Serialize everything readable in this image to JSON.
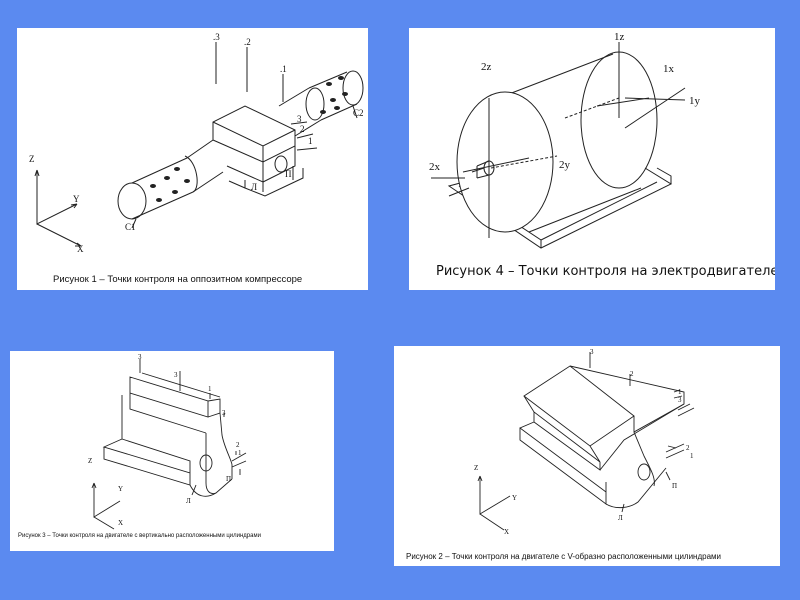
{
  "figures": [
    {
      "id": "fig1",
      "caption": "Рисунок 1 – Точки контроля на оппозитном компрессоре",
      "labels": {
        "p3": ".3",
        "p2": ".2",
        "p1": ".1",
        "n3": "3",
        "n2": "2",
        "n1": "1",
        "c2": "С2",
        "c1": "С1",
        "l": "Л",
        "p": "П",
        "z": "Z",
        "y": "Y",
        "x": "X"
      }
    },
    {
      "id": "fig4",
      "caption": "Рисунок 4 – Точки контроля на электродвигателе",
      "labels": {
        "z1": "1z",
        "x1": "1x",
        "y1": "1y",
        "z2": "2z",
        "x2": "2x",
        "y2": "2y"
      }
    },
    {
      "id": "fig3",
      "caption": "Рисунок 3 – Точки контроля на двигателе с вертикально расположенными цилиндрами",
      "labels": {
        "a3": "3",
        "b3": "3",
        "c1": "1",
        "d3": "3",
        "e2": "2",
        "f1": "1",
        "l": "Л",
        "p": "П",
        "z": "Z",
        "y": "Y",
        "x": "X"
      }
    },
    {
      "id": "fig2",
      "caption": "Рисунок 2 – Точки контроля на двигателе с V-образно расположенными цилиндрами",
      "labels": {
        "a3": "3",
        "b2": "2",
        "c1": "1",
        "d3": "3",
        "e2": "2",
        "f1": "1",
        "l": "Л",
        "p": "П",
        "z": "Z",
        "y": "Y",
        "x": "X"
      }
    }
  ]
}
